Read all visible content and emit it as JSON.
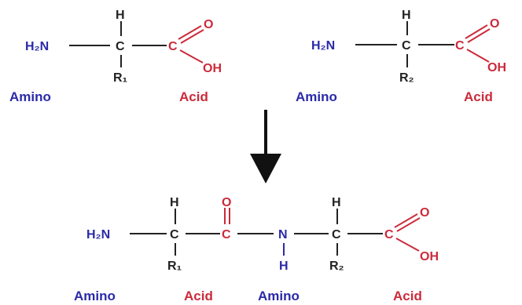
{
  "colors": {
    "amino": "#2a2aa8",
    "acid": "#cc2a3a",
    "backbone": "#222222",
    "arrow": "#111111"
  },
  "reactant_1": {
    "amine_group": "H₂N",
    "alpha_h": "H",
    "alpha_c": "C",
    "carbonyl_c": "C",
    "carbonyl_o": "O",
    "hydroxyl": "OH",
    "side_chain": "R₁",
    "amino_label": "Amino",
    "acid_label": "Acid"
  },
  "reactant_2": {
    "amine_group": "H₂N",
    "alpha_h": "H",
    "alpha_c": "C",
    "carbonyl_c": "C",
    "carbonyl_o": "O",
    "hydroxyl": "OH",
    "side_chain": "R₂",
    "amino_label": "Amino",
    "acid_label": "Acid"
  },
  "arrow": {
    "icon": "down-arrow-icon"
  },
  "product": {
    "amine_group": "H₂N",
    "alpha_h_1": "H",
    "alpha_c_1": "C",
    "side_chain_1": "R₁",
    "peptide_c": "C",
    "peptide_o": "O",
    "peptide_n": "N",
    "peptide_nh": "H",
    "alpha_h_2": "H",
    "alpha_c_2": "C",
    "side_chain_2": "R₂",
    "carbonyl_c": "C",
    "carbonyl_o": "O",
    "hydroxyl": "OH",
    "labels": [
      "Amino",
      "Acid",
      "Amino",
      "Acid"
    ]
  }
}
